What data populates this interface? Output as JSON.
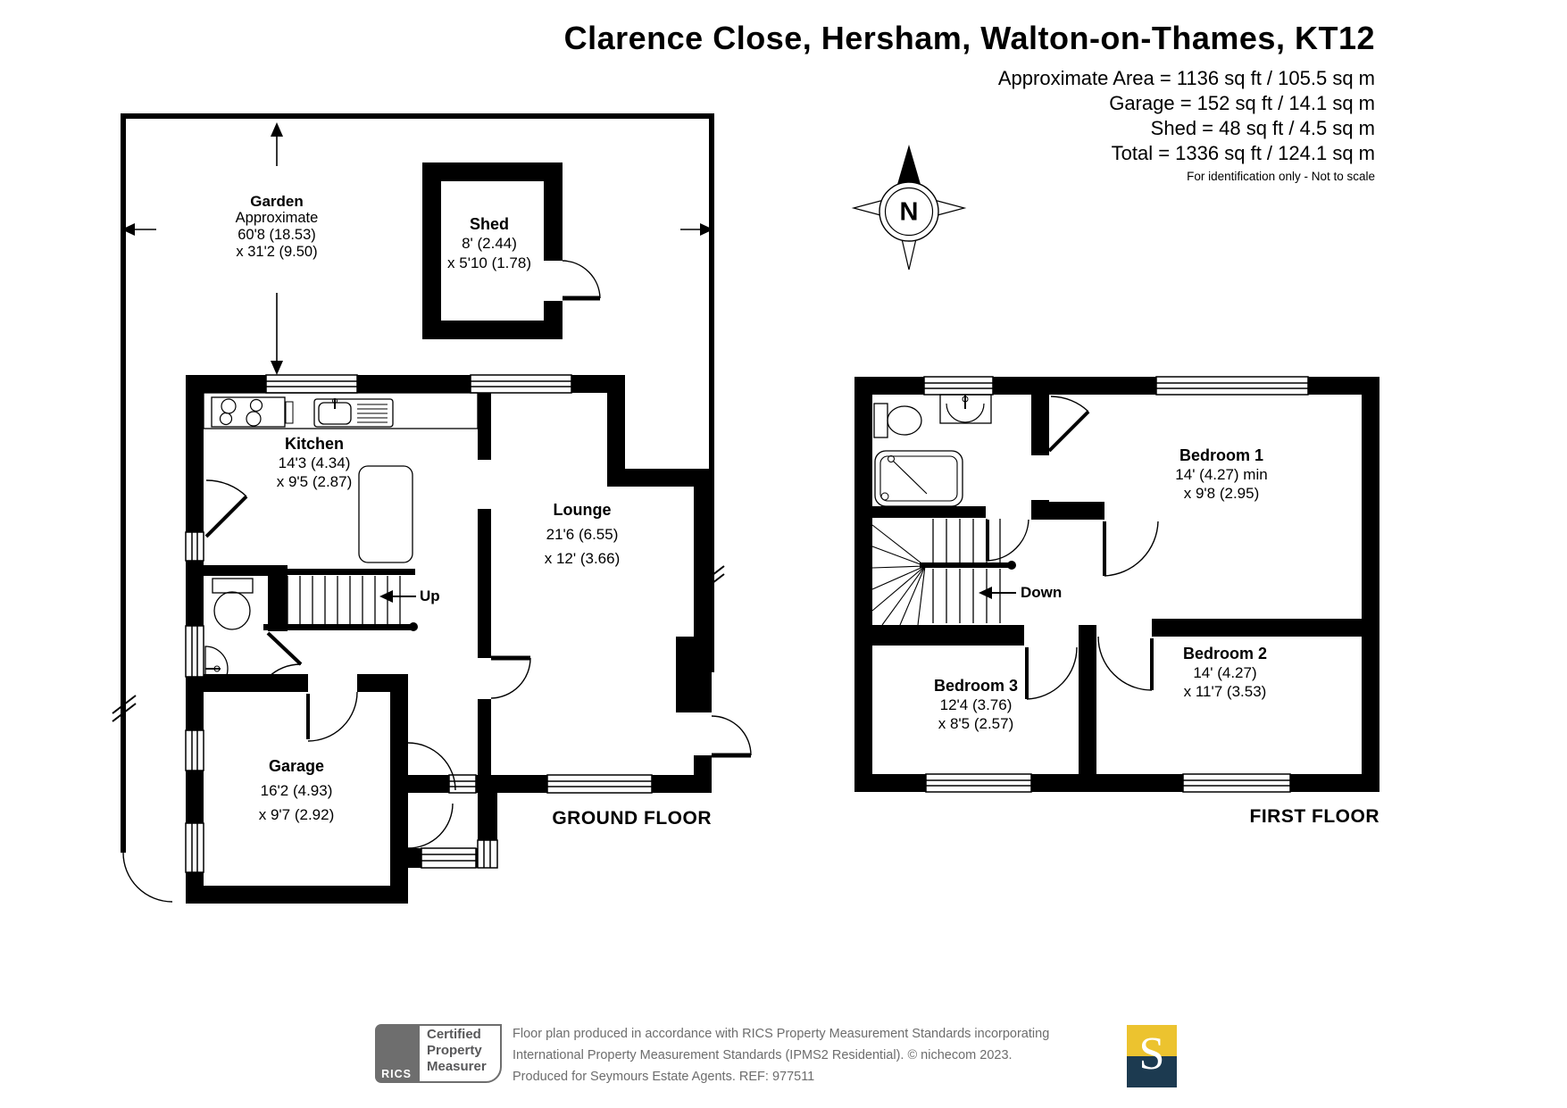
{
  "header": {
    "title": "Clarence Close, Hersham, Walton-on-Thames, KT12",
    "area_lines": [
      "Approximate Area = 1136 sq ft / 105.5 sq m",
      "Garage = 152 sq ft / 14.1 sq m",
      "Shed = 48 sq ft / 4.5 sq m",
      "Total = 1336 sq ft / 124.1 sq m"
    ],
    "disclaimer": "For identification only - Not to scale"
  },
  "compass": {
    "label": "N"
  },
  "ground_floor": {
    "floor_label": "GROUND FLOOR",
    "stairs_label": "Up",
    "garden": {
      "name": "Garden",
      "line2": "Approximate",
      "line3": "60'8 (18.53)",
      "line4": "x 31'2 (9.50)"
    },
    "shed": {
      "name": "Shed",
      "dim1": "8' (2.44)",
      "dim2": "x 5'10 (1.78)"
    },
    "kitchen": {
      "name": "Kitchen",
      "dim1": "14'3 (4.34)",
      "dim2": "x 9'5 (2.87)"
    },
    "lounge": {
      "name": "Lounge",
      "dim1": "21'6 (6.55)",
      "dim2": "x 12' (3.66)"
    },
    "garage": {
      "name": "Garage",
      "dim1": "16'2 (4.93)",
      "dim2": "x 9'7 (2.92)"
    }
  },
  "first_floor": {
    "floor_label": "FIRST FLOOR",
    "stairs_label": "Down",
    "bedroom1": {
      "name": "Bedroom 1",
      "dim1": "14' (4.27) min",
      "dim2": "x 9'8 (2.95)"
    },
    "bedroom2": {
      "name": "Bedroom 2",
      "dim1": "14' (4.27)",
      "dim2": "x 11'7 (3.53)"
    },
    "bedroom3": {
      "name": "Bedroom 3",
      "dim1": "12'4 (3.76)",
      "dim2": "x 8'5 (2.57)"
    }
  },
  "footer": {
    "rics_label": "RICS",
    "badge_lines": [
      "Certified",
      "Property",
      "Measurer"
    ],
    "line1": "Floor plan produced in accordance with RICS Property Measurement Standards incorporating",
    "line2": "International Property Measurement Standards (IPMS2 Residential).   © nichecom 2023.",
    "line3": "Produced for Seymours Estate Agents.   REF: 977511",
    "logo_letter": "S"
  },
  "colors": {
    "wall": "#000000",
    "accent_gold": "#ECC32F",
    "accent_navy": "#1C3A50",
    "footer_gray": "#6d6d6d"
  }
}
